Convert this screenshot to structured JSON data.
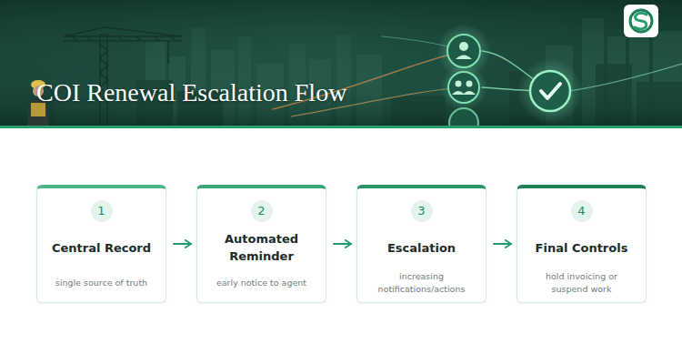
{
  "diagram": {
    "title": "COI Renewal Escalation Flow",
    "nodes": [
      {
        "text": [
          "1",
          "Central Record",
          "single source of truth"
        ]
      },
      {
        "text": [
          "2",
          "Automated Reminder",
          "early notice to agent"
        ]
      },
      {
        "text": [
          "3",
          "Escalation",
          "increasing notifications/actions"
        ]
      },
      {
        "text": [
          "4",
          "Final Controls",
          "hold invoicing or suspend work"
        ]
      }
    ],
    "edges": [
      {
        "from": 0,
        "to": 1,
        "arrow": "to"
      },
      {
        "from": 1,
        "to": 2,
        "arrow": "to"
      },
      {
        "from": 2,
        "to": 3,
        "arrow": "to"
      }
    ]
  }
}
